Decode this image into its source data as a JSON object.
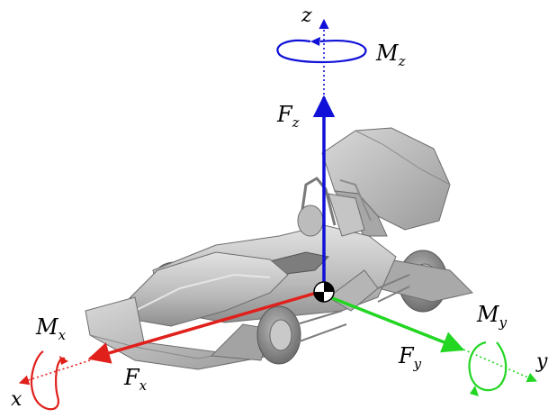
{
  "colors": {
    "x_axis": "#e0201b",
    "y_axis": "#22d622",
    "z_axis": "#1010d8",
    "car_body": "#b8b8b8",
    "car_shadow": "#8c8c8c",
    "car_light": "#dcdcdc",
    "tire": "#707070"
  },
  "labels": {
    "z_axis": "z",
    "x_axis": "x",
    "y_axis": "y",
    "Mz": {
      "main": "M",
      "sub": "z"
    },
    "Fz": {
      "main": "F",
      "sub": "z"
    },
    "Mx": {
      "main": "M",
      "sub": "x"
    },
    "Fx": {
      "main": "F",
      "sub": "x"
    },
    "My": {
      "main": "M",
      "sub": "y"
    },
    "Fy": {
      "main": "F",
      "sub": "y"
    }
  },
  "icons": {
    "center_of_gravity": "cog-marker-icon",
    "car": "formula-student-car-icon"
  }
}
